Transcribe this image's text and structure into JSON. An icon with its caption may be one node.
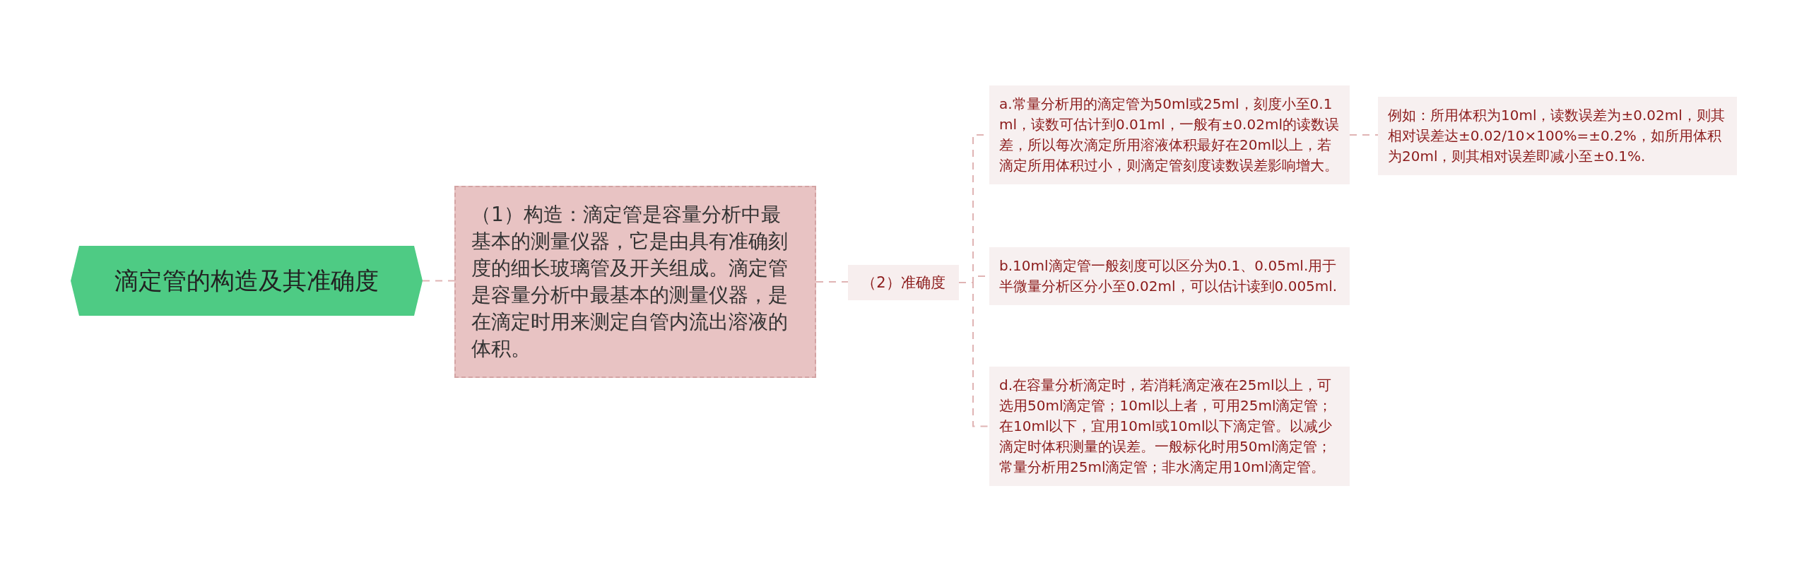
{
  "diagram": {
    "nodes": [
      {
        "text": [
          "滴定管的构造及其准确度"
        ]
      },
      {
        "text": [
          "（1）构造：滴定管是容量分析中最基本的测量仪器，它是由具有准确刻度的细长玻璃管及开关组成。滴定管是容量分析中最基本的测量仪器，是在滴定时用来测定自管内流出溶液的体积。"
        ]
      },
      {
        "text": [
          "（2）准确度"
        ]
      },
      {
        "text": [
          "a.常量分析用的滴定管为50ml或25ml，刻度小至0.1ml，读数可估计到0.01ml，一般有±0.02ml的读数误差，所以每次滴定所用溶液体积最好在20ml以上，若滴定所用体积过小，则滴定管刻度读数误差影响增大。"
        ]
      },
      {
        "text": [
          "例如：所用体积为10ml，读数误差为±0.02ml，则其相对误差达±0.02/10×100%=±0.2%，如所用体积为20ml，则其相对误差即减小至±0.1%."
        ]
      },
      {
        "text": [
          "b.10ml滴定管一般刻度可以区分为0.1、0.05ml.用于半微量分析区分小至0.02ml，可以估计读到0.005ml."
        ]
      },
      {
        "text": [
          "d.在容量分析滴定时，若消耗滴定液在25ml以上，可选用50ml滴定管；10ml以上者，可用25ml滴定管；在10ml以下，宜用10ml或10ml以下滴定管。以减少滴定时体积测量的误差。一般标化时用50ml滴定管；常量分析用25ml滴定管；非水滴定用10ml滴定管。"
        ]
      }
    ],
    "edges": [
      {
        "from": 0,
        "to": 1,
        "arrow": "none"
      },
      {
        "from": 1,
        "to": 2,
        "arrow": "none"
      },
      {
        "from": 2,
        "to": 3,
        "arrow": "none"
      },
      {
        "from": 2,
        "to": 5,
        "arrow": "none"
      },
      {
        "from": 2,
        "to": 6,
        "arrow": "none"
      },
      {
        "from": 3,
        "to": 4,
        "arrow": "none"
      }
    ]
  }
}
